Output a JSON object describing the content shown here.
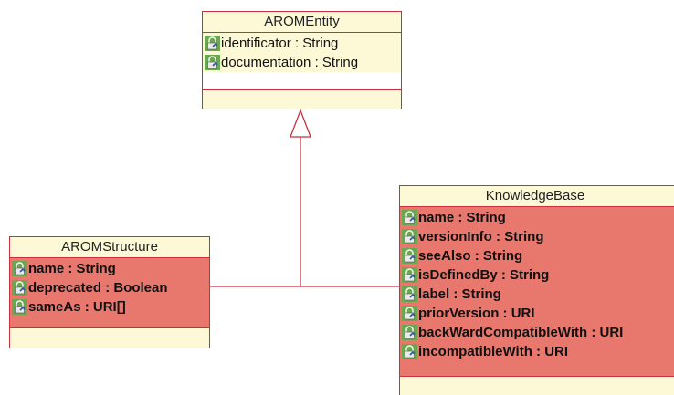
{
  "classes": {
    "aromentity": {
      "title": "AROMEntity",
      "attributes": [
        "identificator : String",
        "documentation : String"
      ]
    },
    "aromstructure": {
      "title": "AROMStructure",
      "attributes": [
        "name : String",
        "deprecated : Boolean",
        "sameAs : URI[]"
      ]
    },
    "knowledgebase": {
      "title": "KnowledgeBase",
      "attributes": [
        "name : String",
        "versionInfo : String",
        "seeAlso : String",
        "isDefinedBy : String",
        "label : String",
        "priorVersion : URI",
        "backWardCompatibleWith : URI",
        "incompatibleWith : URI"
      ]
    }
  },
  "colors": {
    "border": "#c8313c",
    "header_fill": "#fdf8d6",
    "highlight_fill": "#e8776e",
    "icon_green": "#6aa84f"
  },
  "icons": {
    "attribute": "lock-attribute-icon"
  }
}
